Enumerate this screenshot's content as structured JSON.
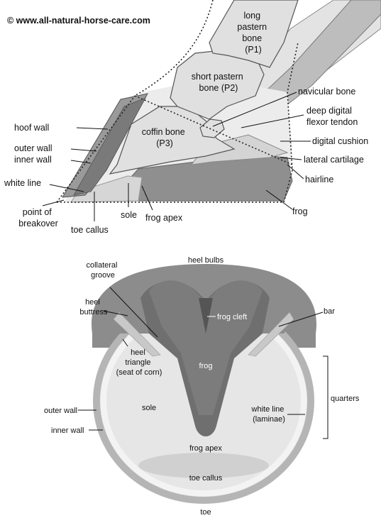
{
  "credit": "© www.all-natural-horse-care.com",
  "side_view": {
    "bones": {
      "long_pastern": [
        "long",
        "pastern",
        "bone",
        "(P1)"
      ],
      "short_pastern": [
        "short pastern",
        "bone (P2)"
      ],
      "coffin": [
        "coffin bone",
        "(P3)"
      ]
    },
    "labels": {
      "navicular_bone": "navicular bone",
      "ddft": [
        "deep digital",
        "flexor tendon"
      ],
      "digital_cushion": "digital cushion",
      "lateral_cartilage": "lateral cartilage",
      "hairline": "hairline",
      "frog": "frog",
      "hoof_wall": "hoof wall",
      "outer_wall": "outer wall",
      "inner_wall": "inner wall",
      "white_line": "white line",
      "point_of_breakover": [
        "point of",
        "breakover"
      ],
      "toe_callus": "toe callus",
      "sole": "sole",
      "frog_apex": "frog apex"
    }
  },
  "sole_view": {
    "labels": {
      "heel_bulbs": "heel bulbs",
      "collateral_groove": [
        "collateral",
        "groove"
      ],
      "heel_buttress": [
        "heel",
        "buttress"
      ],
      "frog_cleft": "frog cleft",
      "bar": "bar",
      "heel_triangle": [
        "heel",
        "triangle",
        "(seat of corn)"
      ],
      "frog": "frog",
      "quarters": "quarters",
      "outer_wall": "outer wall",
      "sole": "sole",
      "white_line": [
        "white line",
        "(laminae)"
      ],
      "inner_wall": "inner wall",
      "frog_apex": "frog apex",
      "toe_callus": "toe callus",
      "toe": "toe"
    }
  }
}
